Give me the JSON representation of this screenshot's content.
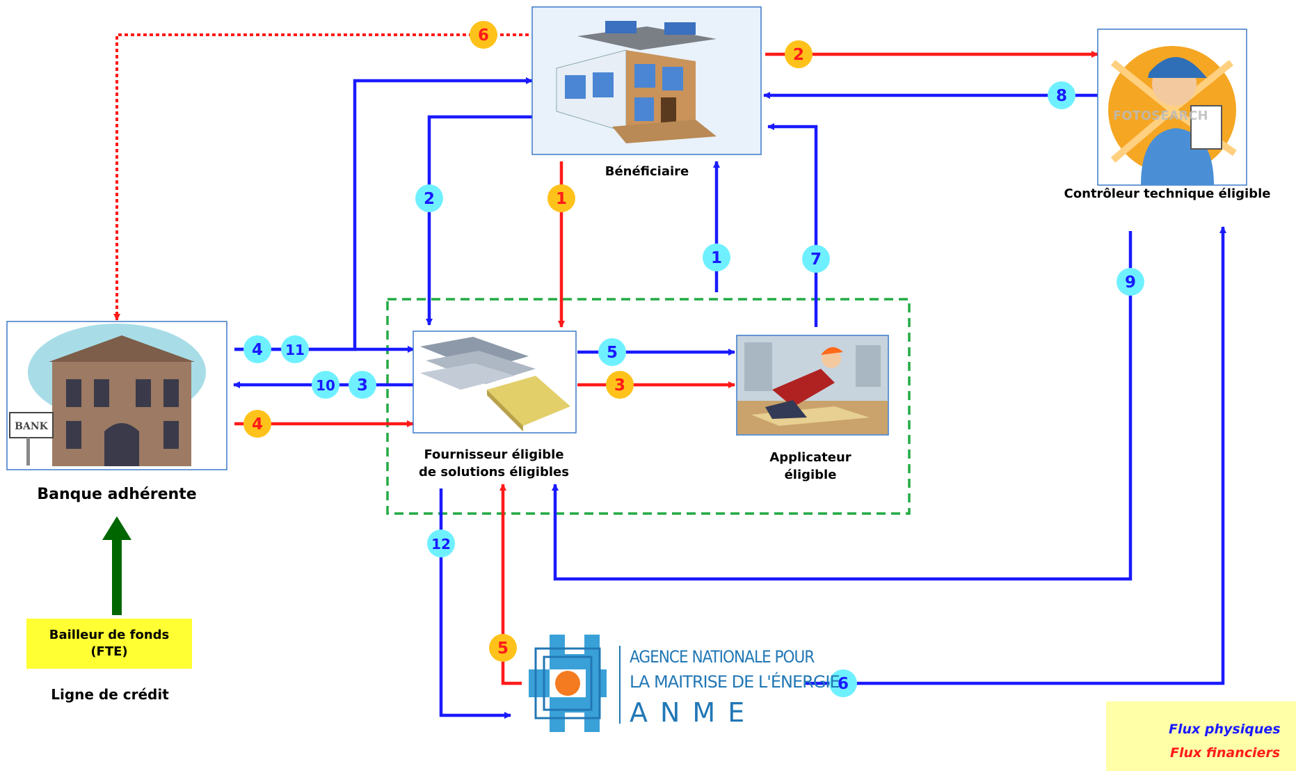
{
  "nodes": {
    "beneficiary": "Bénéficiaire",
    "controller": "Contrôleur technique éligible",
    "bank": "Banque adhérente",
    "bank_sign": "BANK",
    "supplier_line1": "Fournisseur éligible",
    "supplier_line2": "de solutions éligibles",
    "applicator_line1": "Applicateur",
    "applicator_line2": "éligible",
    "funder_line1": "Bailleur de fonds",
    "funder_line2": "(FTE)",
    "credit_line": "Ligne de crédit",
    "agency_line1": "AGENCE NATIONALE POUR",
    "agency_line2": "LA MAITRISE DE L'ÉNERGIE",
    "agency_acronym": "ANME",
    "watermark": "FOTOSEARCH"
  },
  "legend": {
    "physical": "Flux physiques",
    "financial": "Flux financiers"
  },
  "colors": {
    "physical": "#1a1aff",
    "financial": "#ff1a1a",
    "physical_badge": "#6ff0ff",
    "financial_badge": "#ffc21a",
    "group_border": "#22aa44",
    "funding_arrow": "#006600"
  },
  "flows": [
    {
      "badge": "1",
      "type": "financial",
      "from": "Bénéficiaire",
      "to": "Fournisseur éligible de solutions éligibles"
    },
    {
      "badge": "1",
      "type": "physical",
      "from": "Fournisseur éligible de solutions éligibles",
      "to": "Bénéficiaire"
    },
    {
      "badge": "2",
      "type": "physical",
      "from": "Bénéficiaire",
      "to": "Fournisseur éligible de solutions éligibles"
    },
    {
      "badge": "2",
      "type": "financial",
      "from": "Bénéficiaire",
      "to": "Contrôleur technique éligible"
    },
    {
      "badge": "3",
      "type": "physical",
      "from": "Fournisseur éligible de solutions éligibles",
      "to": "Banque adhérente"
    },
    {
      "badge": "3",
      "type": "financial",
      "from": "Fournisseur éligible de solutions éligibles",
      "to": "Applicateur éligible"
    },
    {
      "badge": "4",
      "type": "physical",
      "from": "Banque adhérente",
      "to": "Fournisseur éligible de solutions éligibles"
    },
    {
      "badge": "4",
      "type": "financial",
      "from": "Banque adhérente",
      "to": "Fournisseur éligible de solutions éligibles"
    },
    {
      "badge": "5",
      "type": "physical",
      "from": "Fournisseur éligible de solutions éligibles",
      "to": "Applicateur éligible"
    },
    {
      "badge": "5",
      "type": "financial",
      "from": "ANME",
      "to": "Fournisseur éligible de solutions éligibles"
    },
    {
      "badge": "6",
      "type": "physical",
      "from": "ANME",
      "to": "Contrôleur technique éligible"
    },
    {
      "badge": "6",
      "type": "financial",
      "from": "Bénéficiaire",
      "to": "Banque adhérente"
    },
    {
      "badge": "7",
      "type": "physical",
      "from": "Applicateur éligible",
      "to": "Bénéficiaire"
    },
    {
      "badge": "8",
      "type": "physical",
      "from": "Contrôleur technique éligible",
      "to": "Bénéficiaire"
    },
    {
      "badge": "9",
      "type": "physical",
      "from": "Contrôleur technique éligible",
      "to": "Fournisseur éligible de solutions éligibles"
    },
    {
      "badge": "10",
      "type": "physical",
      "from": "Fournisseur éligible de solutions éligibles",
      "to": "Banque adhérente"
    },
    {
      "badge": "11",
      "type": "physical",
      "from": "Banque adhérente",
      "to": "Bénéficiaire"
    },
    {
      "badge": "12",
      "type": "physical",
      "from": "Fournisseur éligible de solutions éligibles",
      "to": "ANME"
    }
  ]
}
